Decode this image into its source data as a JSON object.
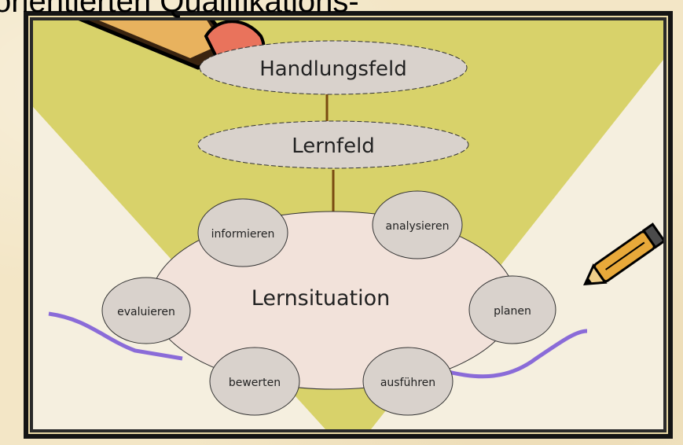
{
  "header": {
    "text": "orientierten Qualifikations-"
  },
  "nodes": {
    "handlungsfeld": "Handlungsfeld",
    "lernfeld": "Lernfeld",
    "lernsituation": "Lernsituation",
    "informieren": "informieren",
    "analysieren": "analysieren",
    "planen": "planen",
    "ausfuehren": "ausführen",
    "bewerten": "bewerten",
    "evaluieren": "evaluieren"
  },
  "colors": {
    "funnel": "#d8d26a",
    "oval_fill": "#d9d2cc",
    "center_fill": "#f2e2da",
    "arrow": "#7a4a10",
    "curve": "#8a6bd8"
  },
  "icons": [
    "pencil-icon",
    "clipboard-icon"
  ]
}
